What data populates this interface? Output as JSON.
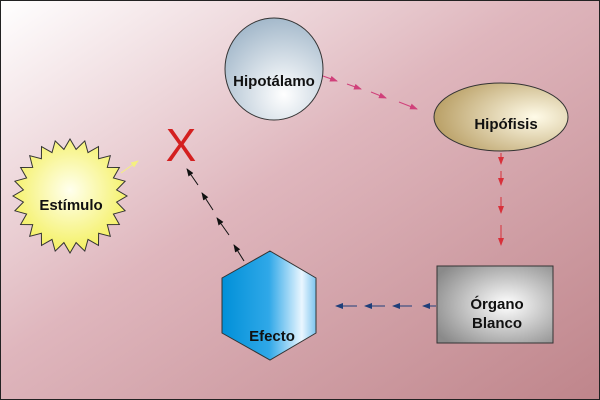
{
  "nodes": {
    "hipotalamo": "Hipotálamo",
    "hipofisis": "Hipófisis",
    "organo_line1": "Órgano",
    "organo_line2": "Blanco",
    "efecto": "Efecto",
    "estimulo": "Estímulo",
    "blocked_mark": "X"
  },
  "colors": {
    "pink_arrows": "#d0407a",
    "red_arrows": "#d8303a",
    "blue_arrows": "#1f3f7a",
    "black_arrows": "#111111",
    "x_mark": "#d42020"
  }
}
